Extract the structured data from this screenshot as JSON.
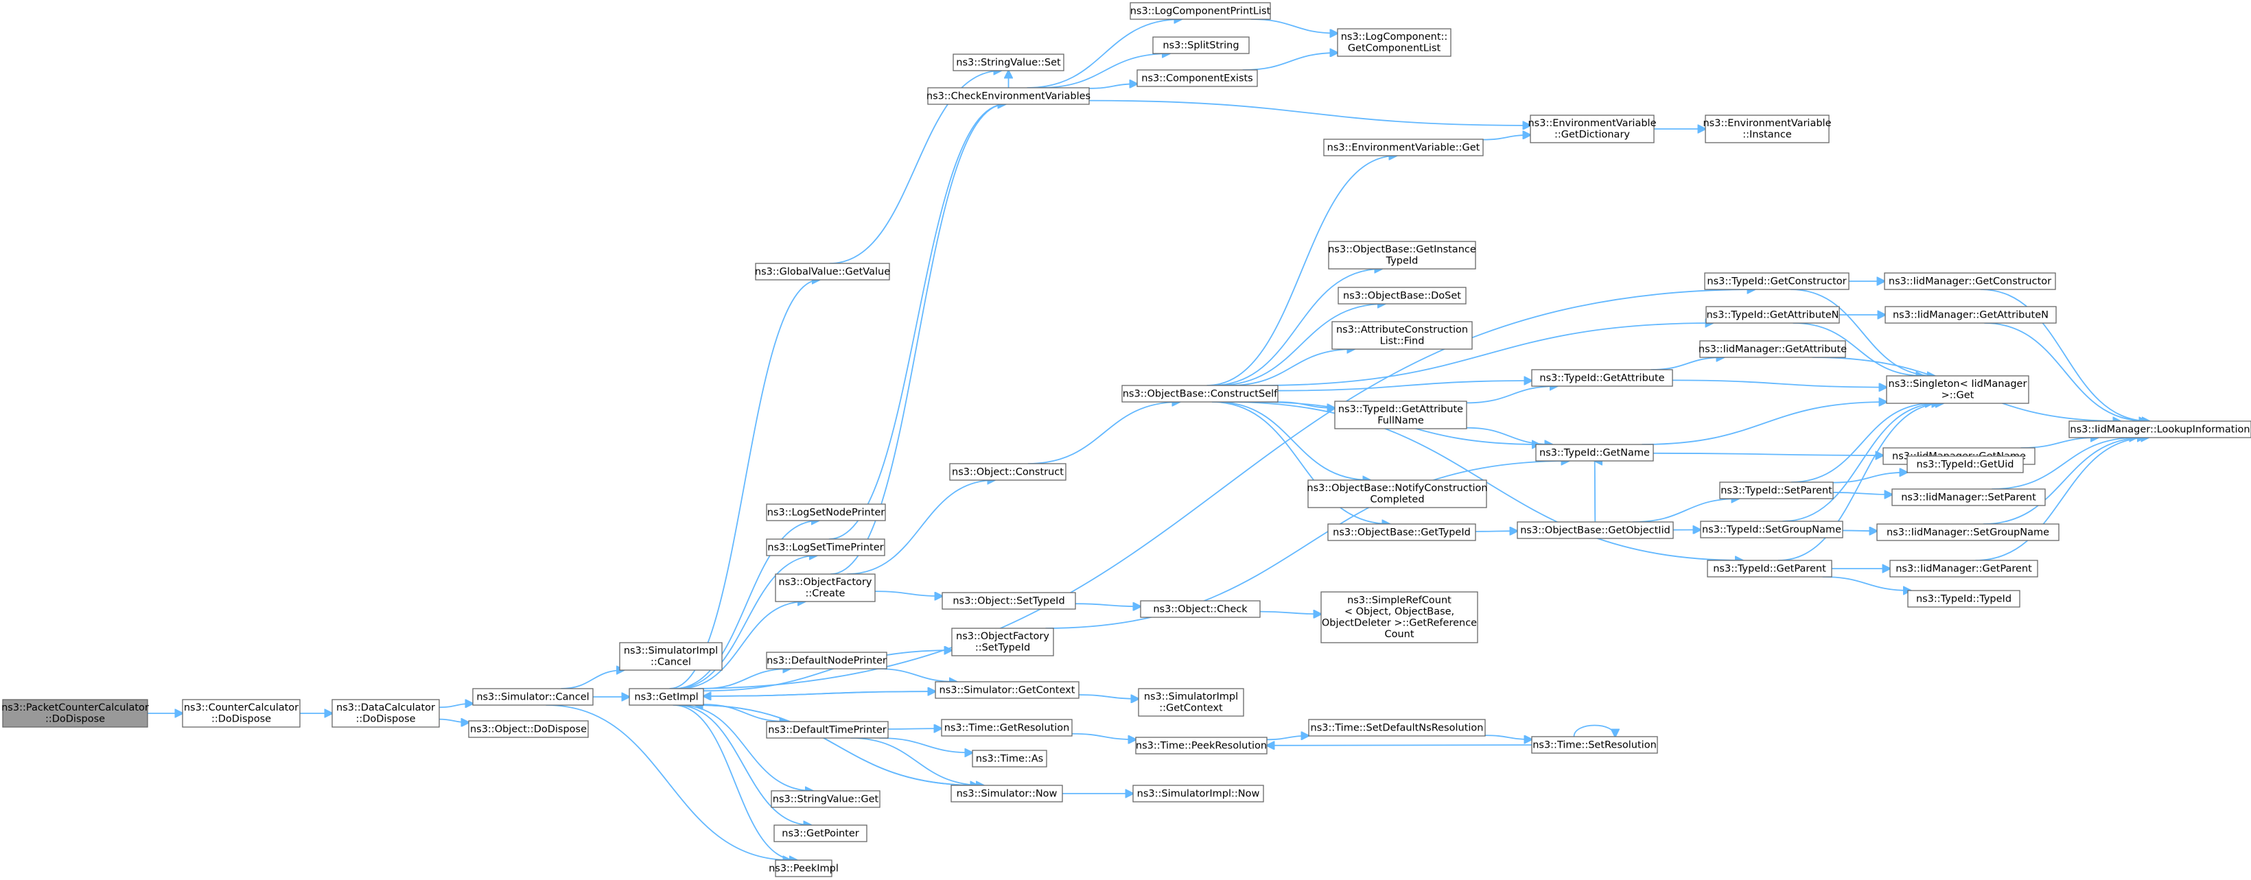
{
  "graph": {
    "edge_color": "#63b8ff",
    "node_border_color": "#666666",
    "root_fill_color": "#999999",
    "nodes": [
      {
        "id": "root",
        "lines": [
          "ns3::PacketCounterCalculator",
          "::DoDispose"
        ]
      },
      {
        "id": "ccDo",
        "lines": [
          "ns3::CounterCalculator",
          "::DoDispose"
        ]
      },
      {
        "id": "dcDo",
        "lines": [
          "ns3::DataCalculator",
          "::DoDispose"
        ]
      },
      {
        "id": "simCancel",
        "lines": [
          "ns3::Simulator::Cancel"
        ]
      },
      {
        "id": "objDo",
        "lines": [
          "ns3::Object::DoDispose"
        ]
      },
      {
        "id": "simImplCancel",
        "lines": [
          "ns3::SimulatorImpl",
          "::Cancel"
        ]
      },
      {
        "id": "getImpl",
        "lines": [
          "ns3::GetImpl"
        ]
      },
      {
        "id": "peekImpl",
        "lines": [
          "ns3::PeekImpl"
        ]
      },
      {
        "id": "gvGetValue",
        "lines": [
          "ns3::GlobalValue::GetValue"
        ]
      },
      {
        "id": "logNode",
        "lines": [
          "ns3::LogSetNodePrinter"
        ]
      },
      {
        "id": "logTime",
        "lines": [
          "ns3::LogSetTimePrinter"
        ]
      },
      {
        "id": "objFactCreate",
        "lines": [
          "ns3::ObjectFactory",
          "::Create"
        ]
      },
      {
        "id": "defNode",
        "lines": [
          "ns3::DefaultNodePrinter"
        ]
      },
      {
        "id": "defTime",
        "lines": [
          "ns3::DefaultTimePrinter"
        ]
      },
      {
        "id": "svGet",
        "lines": [
          "ns3::StringValue::Get"
        ]
      },
      {
        "id": "getPointer",
        "lines": [
          "ns3::GetPointer"
        ]
      },
      {
        "id": "svSet",
        "lines": [
          "ns3::StringValue::Set"
        ]
      },
      {
        "id": "checkEnv",
        "lines": [
          "ns3::CheckEnvironmentVariables"
        ]
      },
      {
        "id": "objConstruct",
        "lines": [
          "ns3::Object::Construct"
        ]
      },
      {
        "id": "objSetTypeId",
        "lines": [
          "ns3::Object::SetTypeId"
        ]
      },
      {
        "id": "ofSetTypeId",
        "lines": [
          "ns3::ObjectFactory",
          "::SetTypeId"
        ]
      },
      {
        "id": "simGetContext",
        "lines": [
          "ns3::Simulator::GetContext"
        ]
      },
      {
        "id": "timeGetRes",
        "lines": [
          "ns3::Time::GetResolution"
        ]
      },
      {
        "id": "timeAs",
        "lines": [
          "ns3::Time::As"
        ]
      },
      {
        "id": "simNow",
        "lines": [
          "ns3::Simulator::Now"
        ]
      },
      {
        "id": "logCompPrint",
        "lines": [
          "ns3::LogComponentPrintList"
        ]
      },
      {
        "id": "splitString",
        "lines": [
          "ns3::SplitString"
        ]
      },
      {
        "id": "compExists",
        "lines": [
          "ns3::ComponentExists"
        ]
      },
      {
        "id": "obConstructSelf",
        "lines": [
          "ns3::ObjectBase::ConstructSelf"
        ]
      },
      {
        "id": "objCheck",
        "lines": [
          "ns3::Object::Check"
        ]
      },
      {
        "id": "simImplGetCtx",
        "lines": [
          "ns3::SimulatorImpl",
          "::GetContext"
        ]
      },
      {
        "id": "timePeekRes",
        "lines": [
          "ns3::Time::PeekResolution"
        ]
      },
      {
        "id": "simImplNow",
        "lines": [
          "ns3::SimulatorImpl::Now"
        ]
      },
      {
        "id": "logCompGetList",
        "lines": [
          "ns3::LogComponent::",
          "GetComponentList"
        ]
      },
      {
        "id": "envVarGet",
        "lines": [
          "ns3::EnvironmentVariable::Get"
        ]
      },
      {
        "id": "obGetInstTid",
        "lines": [
          "ns3::ObjectBase::GetInstance",
          "TypeId"
        ]
      },
      {
        "id": "obDoSet",
        "lines": [
          "ns3::ObjectBase::DoSet"
        ]
      },
      {
        "id": "attrConstrFind",
        "lines": [
          "ns3::AttributeConstruction",
          "List::Find"
        ]
      },
      {
        "id": "tidGetAttrFull",
        "lines": [
          "ns3::TypeId::GetAttribute",
          "FullName"
        ]
      },
      {
        "id": "obNotify",
        "lines": [
          "ns3::ObjectBase::NotifyConstruction",
          "Completed"
        ]
      },
      {
        "id": "obGetTypeId",
        "lines": [
          "ns3::ObjectBase::GetTypeId"
        ]
      },
      {
        "id": "simpleRefGetRef",
        "lines": [
          "ns3::SimpleRefCount",
          "< Object, ObjectBase,",
          "ObjectDeleter >::GetReference",
          "Count"
        ]
      },
      {
        "id": "timeSetDefNs",
        "lines": [
          "ns3::Time::SetDefaultNsResolution"
        ]
      },
      {
        "id": "envVarGetDict",
        "lines": [
          "ns3::EnvironmentVariable",
          "::GetDictionary"
        ]
      },
      {
        "id": "tidGetAttr",
        "lines": [
          "ns3::TypeId::GetAttribute"
        ]
      },
      {
        "id": "tidGetName",
        "lines": [
          "ns3::TypeId::GetName"
        ]
      },
      {
        "id": "obGetObjectIid",
        "lines": [
          "ns3::ObjectBase::GetObjectIid"
        ]
      },
      {
        "id": "timeSetRes",
        "lines": [
          "ns3::Time::SetResolution"
        ]
      },
      {
        "id": "envVarInstance",
        "lines": [
          "ns3::EnvironmentVariable",
          "::Instance"
        ]
      },
      {
        "id": "tidGetConstructor",
        "lines": [
          "ns3::TypeId::GetConstructor"
        ]
      },
      {
        "id": "tidGetAttrN",
        "lines": [
          "ns3::TypeId::GetAttributeN"
        ]
      },
      {
        "id": "iidGetAttr",
        "lines": [
          "ns3::IidManager::GetAttribute"
        ]
      },
      {
        "id": "tidSetParent",
        "lines": [
          "ns3::TypeId::SetParent"
        ]
      },
      {
        "id": "tidSetGroup",
        "lines": [
          "ns3::TypeId::SetGroupName"
        ]
      },
      {
        "id": "tidGetParent",
        "lines": [
          "ns3::TypeId::GetParent"
        ]
      },
      {
        "id": "iidGetConstructor",
        "lines": [
          "ns3::IidManager::GetConstructor"
        ]
      },
      {
        "id": "iidGetAttrN",
        "lines": [
          "ns3::IidManager::GetAttributeN"
        ]
      },
      {
        "id": "singletonGet",
        "lines": [
          "ns3::Singleton< IidManager",
          ">::Get"
        ]
      },
      {
        "id": "iidGetName",
        "lines": [
          "ns3::IidManager::GetName"
        ]
      },
      {
        "id": "tidGetUid",
        "lines": [
          "ns3::TypeId::GetUid"
        ]
      },
      {
        "id": "iidSetParent",
        "lines": [
          "ns3::IidManager::SetParent"
        ]
      },
      {
        "id": "iidSetGroup",
        "lines": [
          "ns3::IidManager::SetGroupName"
        ]
      },
      {
        "id": "iidGetParent",
        "lines": [
          "ns3::IidManager::GetParent"
        ]
      },
      {
        "id": "tidTypeId",
        "lines": [
          "ns3::TypeId::TypeId"
        ]
      },
      {
        "id": "iidLookup",
        "lines": [
          "ns3::IidManager::LookupInformation"
        ]
      }
    ],
    "edges": [
      [
        "root",
        "ccDo"
      ],
      [
        "ccDo",
        "dcDo"
      ],
      [
        "dcDo",
        "simCancel"
      ],
      [
        "dcDo",
        "objDo"
      ],
      [
        "simCancel",
        "simImplCancel"
      ],
      [
        "simCancel",
        "getImpl"
      ],
      [
        "simCancel",
        "peekImpl"
      ],
      [
        "getImpl",
        "gvGetValue"
      ],
      [
        "getImpl",
        "logNode"
      ],
      [
        "getImpl",
        "logTime"
      ],
      [
        "getImpl",
        "objFactCreate"
      ],
      [
        "getImpl",
        "defNode"
      ],
      [
        "getImpl",
        "defTime"
      ],
      [
        "getImpl",
        "svGet"
      ],
      [
        "getImpl",
        "getPointer"
      ],
      [
        "getImpl",
        "peekImpl"
      ],
      [
        "getImpl",
        "ofSetTypeId"
      ],
      [
        "getImpl",
        "simGetContext"
      ],
      [
        "getImpl",
        "simNow"
      ],
      [
        "getImpl",
        "tidGetConstructor"
      ],
      [
        "gvGetValue",
        "svSet"
      ],
      [
        "logTime",
        "checkEnv"
      ],
      [
        "objFactCreate",
        "objConstruct"
      ],
      [
        "objFactCreate",
        "objSetTypeId"
      ],
      [
        "objFactCreate",
        "checkEnv"
      ],
      [
        "defNode",
        "simGetContext"
      ],
      [
        "defTime",
        "timeGetRes"
      ],
      [
        "defTime",
        "timeAs"
      ],
      [
        "defTime",
        "simNow"
      ],
      [
        "simGetContext",
        "getImpl"
      ],
      [
        "simGetContext",
        "simImplGetCtx"
      ],
      [
        "simNow",
        "getImpl"
      ],
      [
        "simNow",
        "simImplNow"
      ],
      [
        "timeGetRes",
        "timePeekRes"
      ],
      [
        "checkEnv",
        "logCompPrint"
      ],
      [
        "checkEnv",
        "splitString"
      ],
      [
        "checkEnv",
        "compExists"
      ],
      [
        "checkEnv",
        "svSet"
      ],
      [
        "checkEnv",
        "envVarGetDict"
      ],
      [
        "logCompPrint",
        "logCompGetList"
      ],
      [
        "compExists",
        "logCompGetList"
      ],
      [
        "objConstruct",
        "obConstructSelf"
      ],
      [
        "objSetTypeId",
        "objCheck"
      ],
      [
        "objCheck",
        "simpleRefGetRef"
      ],
      [
        "ofSetTypeId",
        "tidGetName"
      ],
      [
        "obConstructSelf",
        "envVarGet"
      ],
      [
        "obConstructSelf",
        "obGetInstTid"
      ],
      [
        "obConstructSelf",
        "obDoSet"
      ],
      [
        "obConstructSelf",
        "attrConstrFind"
      ],
      [
        "obConstructSelf",
        "tidGetAttrFull"
      ],
      [
        "obConstructSelf",
        "obNotify"
      ],
      [
        "obConstructSelf",
        "obGetTypeId"
      ],
      [
        "obConstructSelf",
        "tidGetAttr"
      ],
      [
        "obConstructSelf",
        "tidGetName"
      ],
      [
        "obConstructSelf",
        "tidGetAttrN"
      ],
      [
        "obConstructSelf",
        "tidGetParent"
      ],
      [
        "envVarGet",
        "envVarGetDict"
      ],
      [
        "envVarGetDict",
        "envVarInstance"
      ],
      [
        "tidGetAttrFull",
        "tidGetAttr"
      ],
      [
        "tidGetAttrFull",
        "tidGetName"
      ],
      [
        "obGetTypeId",
        "obGetObjectIid"
      ],
      [
        "obGetObjectIid",
        "tidSetParent"
      ],
      [
        "obGetObjectIid",
        "tidSetGroup"
      ],
      [
        "obGetObjectIid",
        "tidGetName"
      ],
      [
        "timePeekRes",
        "timeSetDefNs"
      ],
      [
        "timeSetDefNs",
        "timeSetRes"
      ],
      [
        "timeSetRes",
        "timePeekRes"
      ],
      [
        "timeSetRes",
        "timeSetRes"
      ],
      [
        "tidGetConstructor",
        "iidGetConstructor"
      ],
      [
        "tidGetConstructor",
        "singletonGet"
      ],
      [
        "tidGetAttrN",
        "iidGetAttrN"
      ],
      [
        "tidGetAttrN",
        "singletonGet"
      ],
      [
        "tidGetAttr",
        "iidGetAttr"
      ],
      [
        "tidGetAttr",
        "singletonGet"
      ],
      [
        "tidGetName",
        "iidGetName"
      ],
      [
        "tidGetName",
        "singletonGet"
      ],
      [
        "tidSetParent",
        "tidGetUid"
      ],
      [
        "tidSetParent",
        "iidSetParent"
      ],
      [
        "tidSetParent",
        "singletonGet"
      ],
      [
        "tidSetGroup",
        "iidSetGroup"
      ],
      [
        "tidSetGroup",
        "singletonGet"
      ],
      [
        "tidGetParent",
        "iidGetParent"
      ],
      [
        "tidGetParent",
        "tidTypeId"
      ],
      [
        "tidGetParent",
        "singletonGet"
      ],
      [
        "iidGetConstructor",
        "iidLookup"
      ],
      [
        "iidGetAttrN",
        "iidLookup"
      ],
      [
        "iidGetAttr",
        "iidLookup"
      ],
      [
        "iidGetName",
        "iidLookup"
      ],
      [
        "iidSetParent",
        "iidLookup"
      ],
      [
        "iidSetGroup",
        "iidLookup"
      ],
      [
        "iidGetParent",
        "iidLookup"
      ]
    ]
  }
}
